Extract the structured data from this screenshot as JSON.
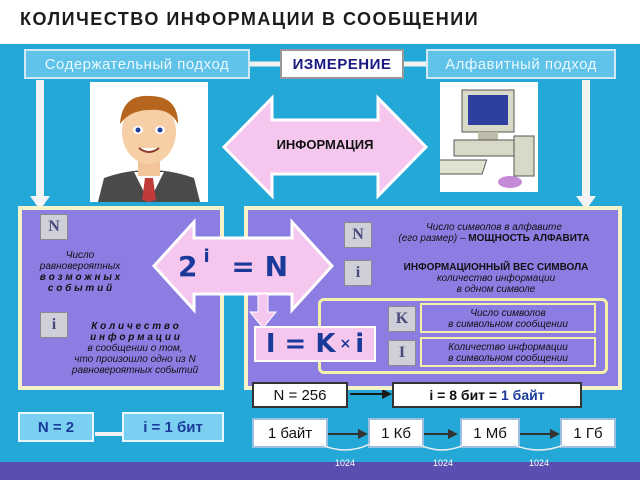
{
  "title": "КОЛИЧЕСТВО  ИНФОРМАЦИИ  В  СООБЩЕНИИ",
  "approaches": {
    "left": "Содержательный  подход",
    "center": "ИЗМЕРЕНИЕ",
    "right": "Алфавитный  подход"
  },
  "information_label": "ИНФОРМАЦИЯ",
  "left_panel": {
    "symbol_n": "N",
    "desc_n_1": "Число",
    "desc_n_2": "равновероятных",
    "desc_n_3": "в о з м о ж н ы х",
    "desc_n_4": "с о б ы т и й",
    "symbol_i": "i",
    "desc_i_1": "К о л и ч е с т в о",
    "desc_i_2": "и н ф о р м а ц и и",
    "desc_i_3": "в    сообщении    о     том,",
    "desc_i_4": "что произошло одно из N",
    "desc_i_5": "равновероятных событий"
  },
  "formula": {
    "base": "2",
    "exp": "i",
    "rest": "=  N"
  },
  "right_panel": {
    "symbol_n": "N",
    "alphabet_1": "Число  символов  в  алфавите",
    "alphabet_2a": "(его  размер) – ",
    "alphabet_2b": "МОЩНОСТЬ  АЛФАВИТА",
    "symbol_i": "i",
    "weight_1": "ИНФОРМАЦИОННЫЙ  ВЕС  СИМВОЛА",
    "weight_2": "количество  информации",
    "weight_3": "в  одном  символе",
    "symbol_k": "K",
    "k_desc_1": "Число  символов",
    "k_desc_2": "в символьном  сообщении",
    "symbol_I": "I",
    "I_desc_1": "Количество  информации",
    "I_desc_2": "в  символьном  сообщении"
  },
  "big_formula": {
    "lhs": "I = K",
    "times": "×",
    "rhs": "i"
  },
  "example": {
    "n": "N = 256",
    "i_part": "i = 8 бит = ",
    "i_result": "1 байт"
  },
  "bottom_left": {
    "n": "N = 2",
    "i": "i  =  1 бит"
  },
  "units": [
    "1 байт",
    "1 Кб",
    "1 Мб",
    "1 Гб"
  ],
  "factors": [
    "1024",
    "1024",
    "1024"
  ],
  "colors": {
    "panel": "#8c7de3",
    "background": "#23a8d8",
    "arrow": "#f3c6ee",
    "title": "#1c1c1c"
  }
}
